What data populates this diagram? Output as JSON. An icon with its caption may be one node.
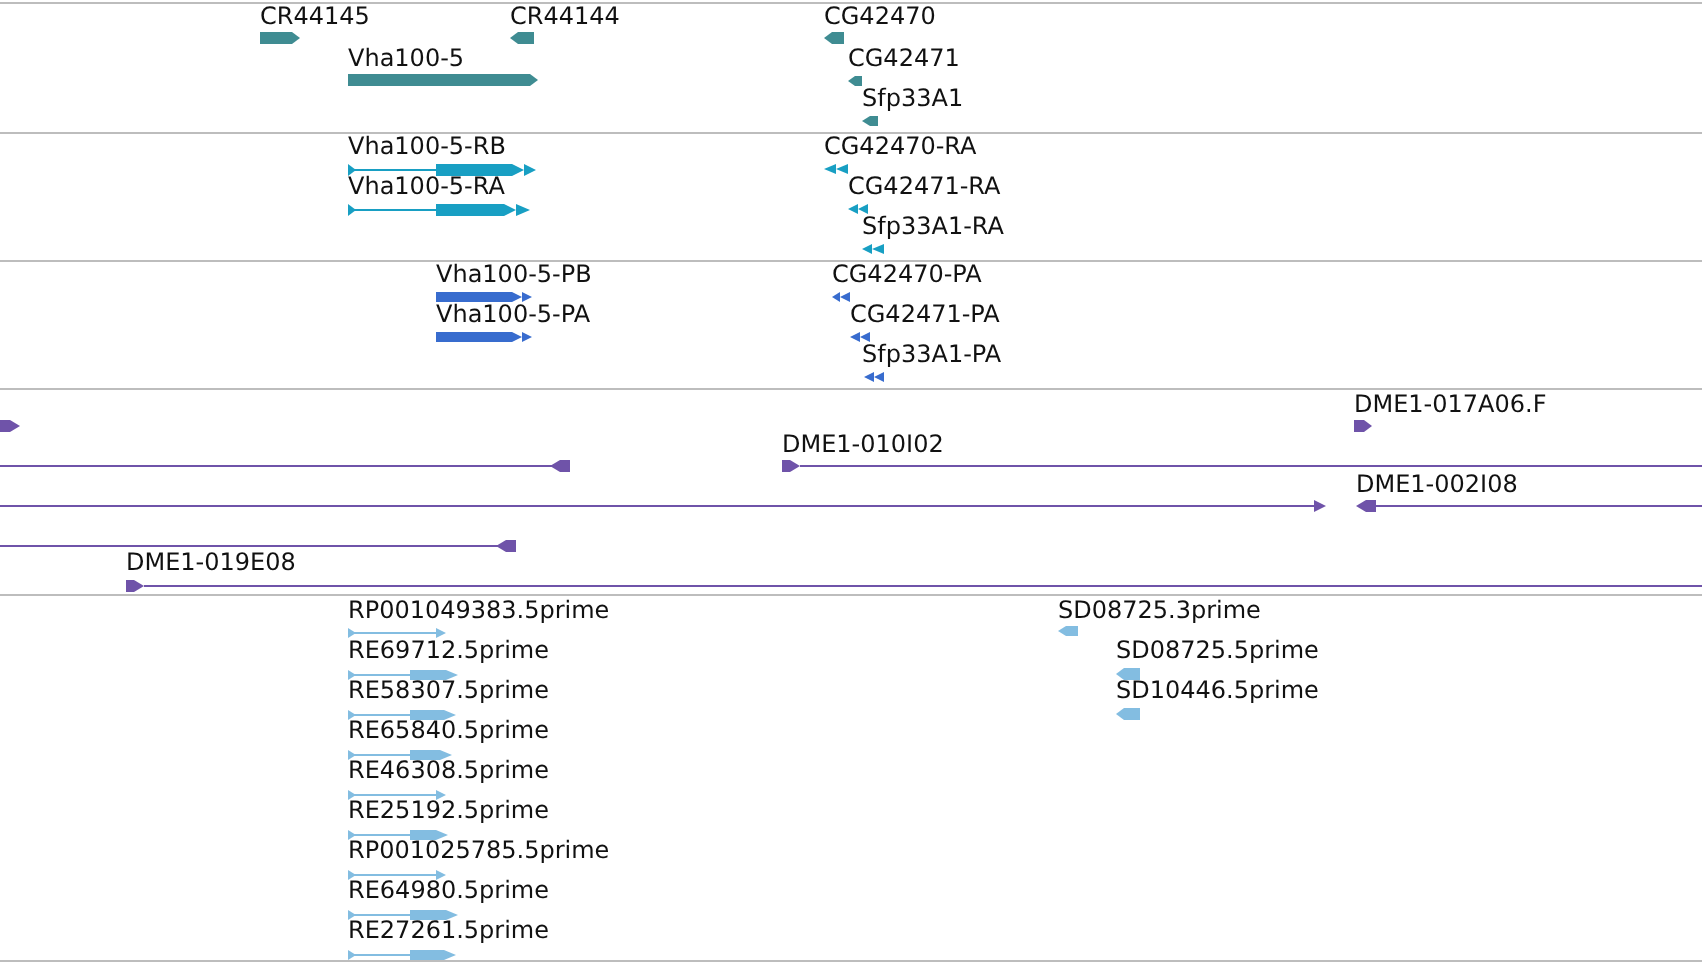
{
  "diagram": {
    "nodes": [
      {
        "text": [
          "CR44145"
        ]
      },
      {
        "text": [
          "CR44144"
        ]
      },
      {
        "text": [
          "CG42470"
        ]
      },
      {
        "text": [
          "Vha100-5"
        ]
      },
      {
        "text": [
          "CG42471"
        ]
      },
      {
        "text": [
          "Sfp33A1"
        ]
      },
      {
        "text": [
          "Vha100-5-RB"
        ]
      },
      {
        "text": [
          "CG42470-RA"
        ]
      },
      {
        "text": [
          "Vha100-5-RA"
        ]
      },
      {
        "text": [
          "CG42471-RA"
        ]
      },
      {
        "text": [
          "Sfp33A1-RA"
        ]
      },
      {
        "text": [
          "Vha100-5-PB"
        ]
      },
      {
        "text": [
          "CG42470-PA"
        ]
      },
      {
        "text": [
          "Vha100-5-PA"
        ]
      },
      {
        "text": [
          "CG42471-PA"
        ]
      },
      {
        "text": [
          "Sfp33A1-PA"
        ]
      },
      {
        "text": [],
        "shape": "bar"
      },
      {
        "text": [
          "DME1-017A06.F"
        ]
      },
      {
        "text": [],
        "shape": "bar"
      },
      {
        "text": [
          "DME1-010I02"
        ]
      },
      {
        "text": [],
        "shape": "bar"
      },
      {
        "text": [
          "DME1-002I08"
        ]
      },
      {
        "text": [],
        "shape": "bar"
      },
      {
        "text": [
          "DME1-019E08"
        ]
      },
      {
        "text": [
          "RP001049383.5prime"
        ]
      },
      {
        "text": [
          "SD08725.3prime"
        ]
      },
      {
        "text": [
          "RE69712.5prime"
        ]
      },
      {
        "text": [
          "SD08725.5prime"
        ]
      },
      {
        "text": [
          "RE58307.5prime"
        ]
      },
      {
        "text": [
          "SD10446.5prime"
        ]
      },
      {
        "text": [
          "RE65840.5prime"
        ]
      },
      {
        "text": [
          "RE46308.5prime"
        ]
      },
      {
        "text": [
          "RE25192.5prime"
        ]
      },
      {
        "text": [
          "RP001025785.5prime"
        ]
      },
      {
        "text": [
          "RE64980.5prime"
        ]
      },
      {
        "text": [
          "RE27261.5prime"
        ]
      }
    ]
  }
}
